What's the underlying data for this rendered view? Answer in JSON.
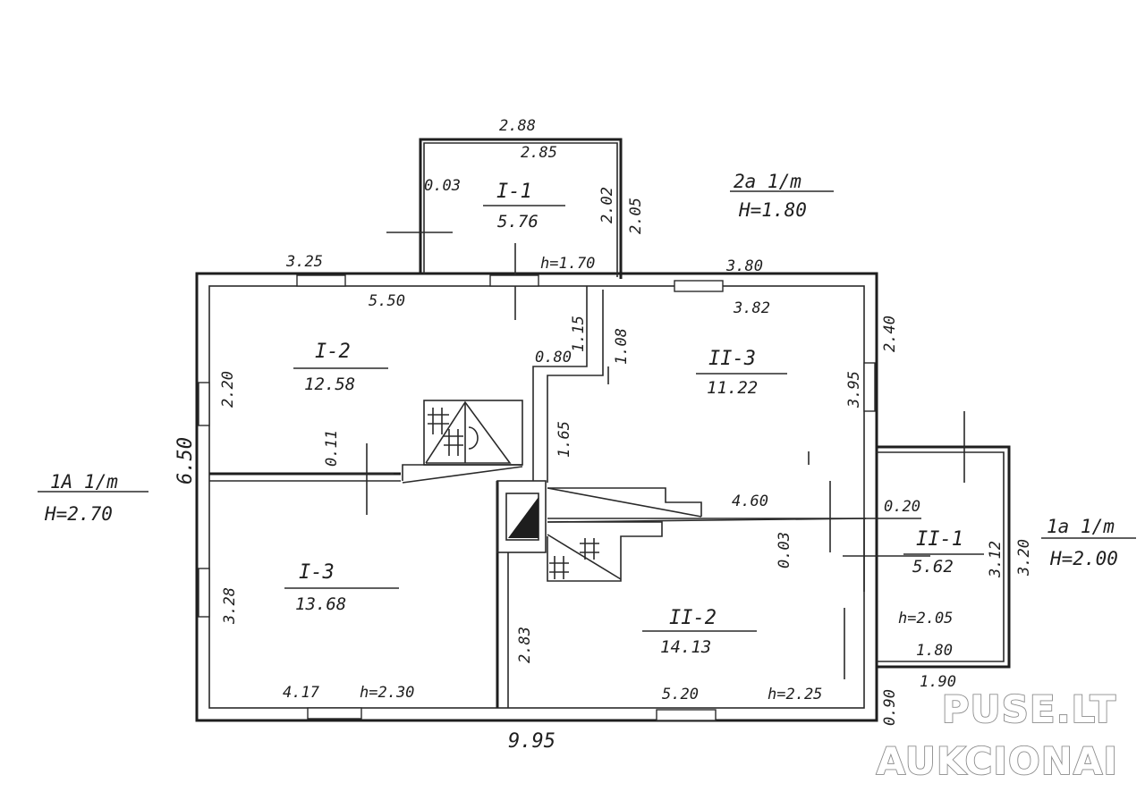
{
  "floor_plan": {
    "rooms": [
      {
        "id": "I-1",
        "label": "I-1",
        "area": "5.76"
      },
      {
        "id": "I-2",
        "label": "I-2",
        "area": "12.58"
      },
      {
        "id": "I-3",
        "label": "I-3",
        "area": "13.68"
      },
      {
        "id": "II-3",
        "label": "II-3",
        "area": "11.22"
      },
      {
        "id": "II-2",
        "label": "II-2",
        "area": "14.13"
      },
      {
        "id": "II-1",
        "label": "II-1",
        "area": "5.62"
      }
    ],
    "dimensions": {
      "d288": "2.88",
      "d285": "2.85",
      "d003": "0.03",
      "d202": "2.02",
      "d205": "2.05",
      "h170": "h=1.70",
      "d325": "3.25",
      "d550": "5.50",
      "d380": "3.80",
      "d382": "3.82",
      "d240": "2.40",
      "d115": "1.15",
      "d080": "0.80",
      "d108": "1.08",
      "d220": "2.20",
      "d395": "3.95",
      "d165": "1.65",
      "d011": "0.11",
      "d650": "6.50",
      "d460": "4.60",
      "d020": "0.20",
      "d003b": "0.03",
      "d312": "3.12",
      "d320": "3.20",
      "d328": "3.28",
      "d283": "2.83",
      "h205": "h=2.05",
      "d180": "1.80",
      "d190": "1.90",
      "d417": "4.17",
      "h230": "h=2.30",
      "d520": "5.20",
      "h225": "h=2.25",
      "d090": "0.90",
      "d995": "9.95"
    },
    "annotations": {
      "a2a_top": "2a 1/m",
      "a2a_bottom": "H=1.80",
      "a1a_left_top": "1A 1/m",
      "a1a_left_bottom": "H=2.70",
      "a1a_right_top": "1a 1/m",
      "a1a_right_bottom": "H=2.00"
    }
  },
  "watermark": {
    "line1": "PUSE.LT",
    "line2": "AUKCIONAI"
  }
}
